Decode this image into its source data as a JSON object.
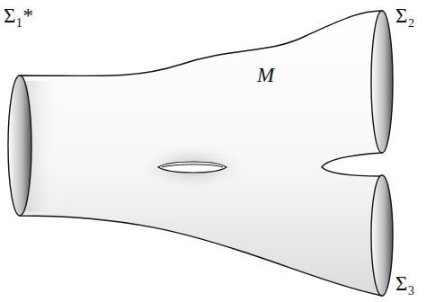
{
  "diagram": {
    "labels": [
      "Σ₁*",
      "M",
      "Σ₂",
      "Σ₃"
    ]
  }
}
